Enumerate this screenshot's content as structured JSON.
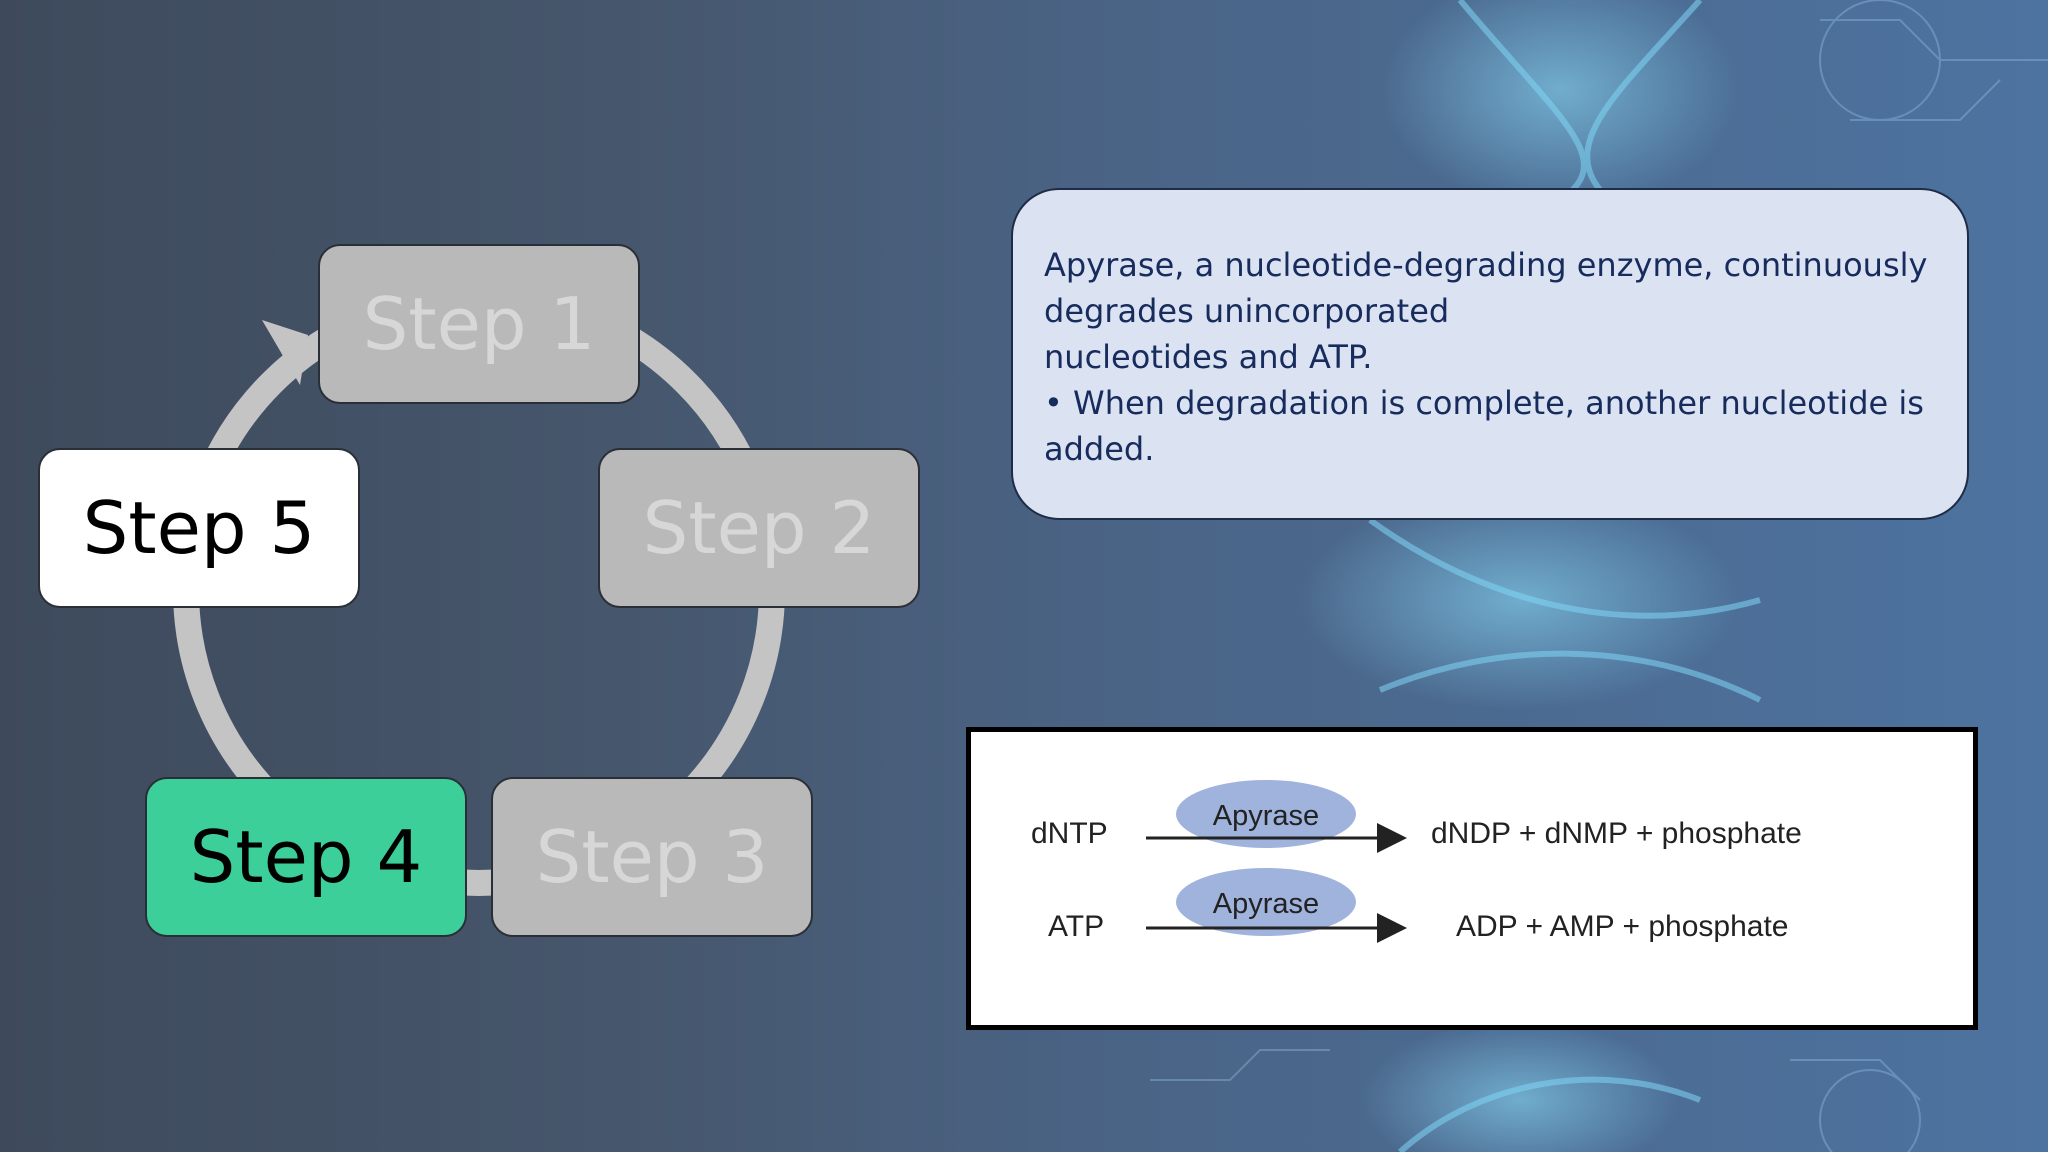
{
  "cycle": {
    "steps": [
      {
        "label": "Step 1",
        "state": "dim"
      },
      {
        "label": "Step 2",
        "state": "dim"
      },
      {
        "label": "Step 3",
        "state": "dim"
      },
      {
        "label": "Step 4",
        "state": "active"
      },
      {
        "label": "Step 5",
        "state": "current"
      }
    ]
  },
  "note": {
    "line1": "Apyrase, a nucleotide-degrading enzyme, continuously degrades unincorporated",
    "line2": "nucleotides and ATP.",
    "bullet": "• When degradation is complete, another nucleotide is added."
  },
  "reaction": {
    "row1": {
      "substrate": "dNTP",
      "enzyme": "Apyrase",
      "products": "dNDP + dNMP + phosphate"
    },
    "row2": {
      "substrate": "ATP",
      "enzyme": "Apyrase",
      "products": "ADP + AMP + phosphate"
    }
  },
  "colors": {
    "dim_step": "#b9b9b9",
    "active_step": "#3ccf9a",
    "current_step": "#ffffff",
    "enzyme_ellipse": "#9fb3dd"
  }
}
